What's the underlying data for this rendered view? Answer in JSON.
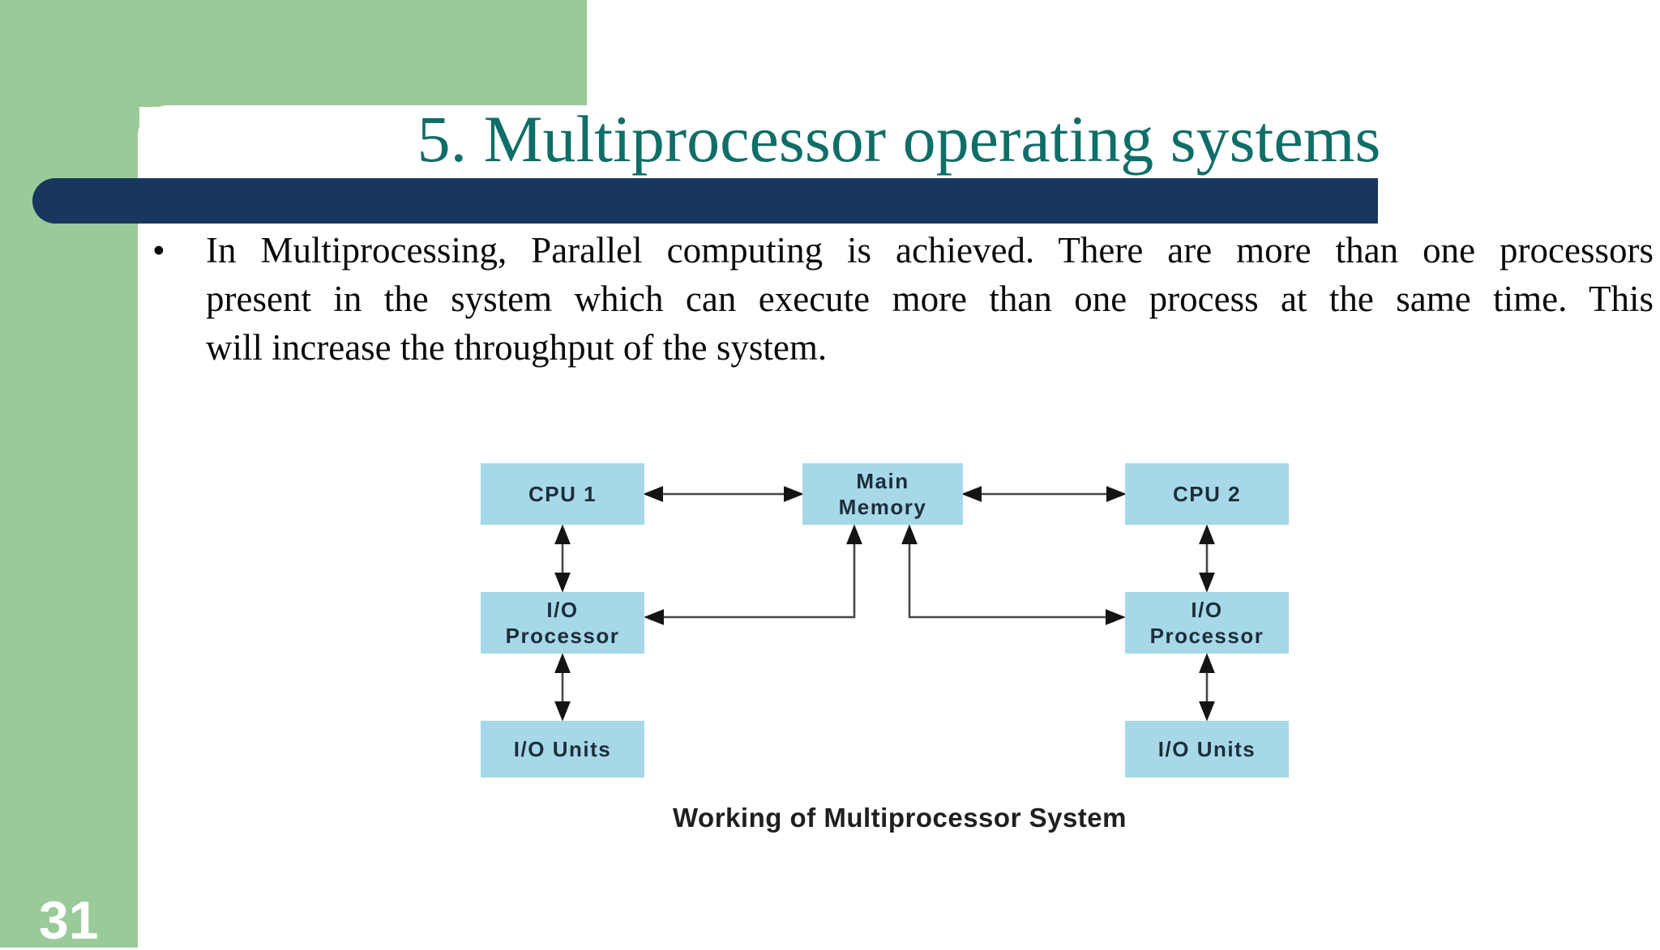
{
  "slide": {
    "page_number": "31",
    "title": "5. Multiprocessor operating systems",
    "bullet": {
      "glyph": "•",
      "lines": [
        "In Multiprocessing, Parallel computing is achieved. There are more than one processors",
        "present in the system which can execute more than one process at the same time. This",
        "will increase the throughput of the system."
      ]
    }
  },
  "diagram": {
    "caption": "Working of Multiprocessor System",
    "nodes": {
      "cpu1": "CPU 1",
      "main_memory": "Main Memory",
      "cpu2": "CPU 2",
      "io_processor_left": "I/O Processor",
      "io_processor_right": "I/O Processor",
      "io_units_left": "I/O Units",
      "io_units_right": "I/O Units"
    }
  },
  "colors": {
    "sidebar_green": "#9bca9a",
    "accent_navy": "#17375e",
    "title_teal": "#0f6e68",
    "node_fill": "#a6d8e8",
    "node_text": "#1d2d3a",
    "connector": "#474747",
    "arrowhead": "#141414"
  }
}
